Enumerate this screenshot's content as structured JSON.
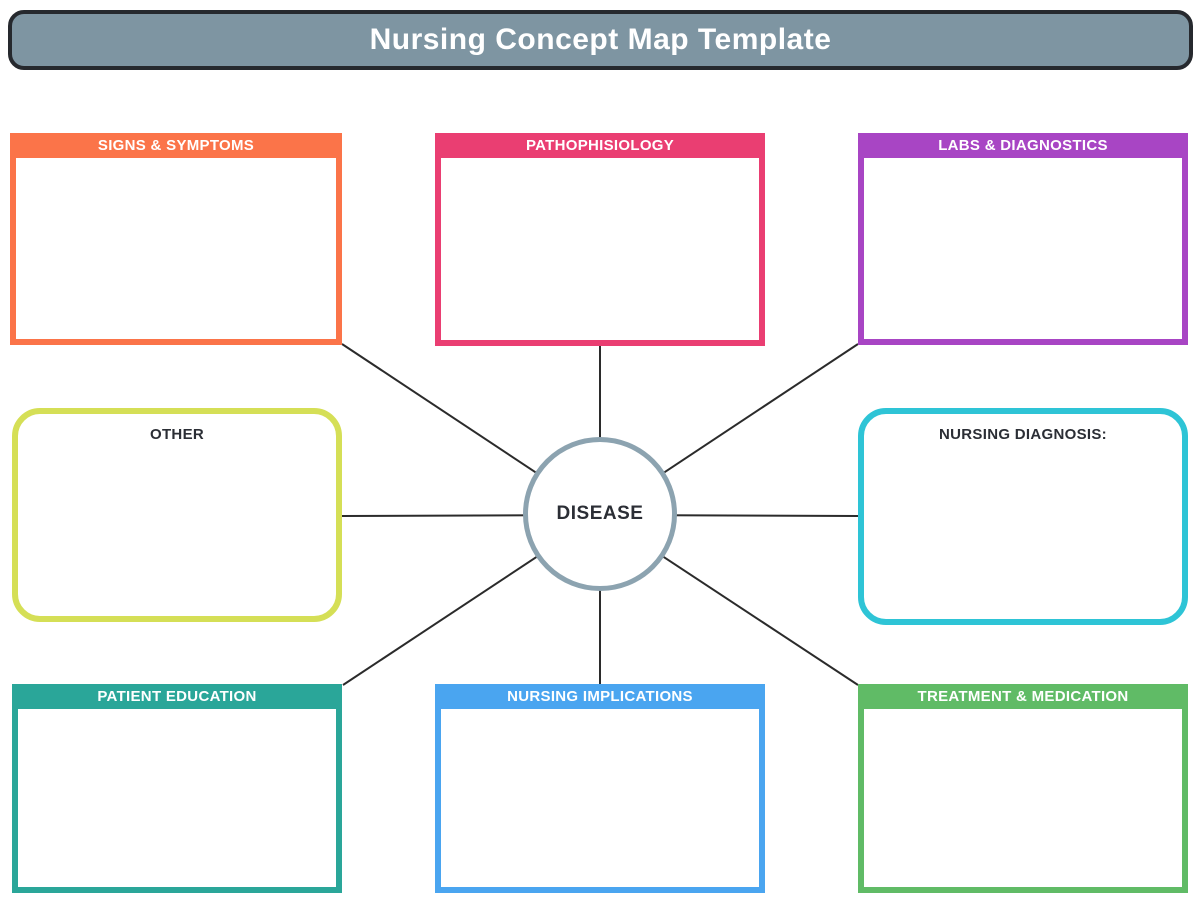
{
  "title": "Nursing Concept Map Template",
  "center": {
    "label": "DISEASE"
  },
  "nodes": [
    {
      "id": "signs-symptoms",
      "label": "SIGNS & SYMPTOMS",
      "color": "#FB7449",
      "style": "header-band"
    },
    {
      "id": "pathophisiology",
      "label": "PATHOPHISIOLOGY",
      "color": "#EA3E72",
      "style": "header-band"
    },
    {
      "id": "labs-diagnostics",
      "label": "LABS & DIAGNOSTICS",
      "color": "#A845C4",
      "style": "header-band"
    },
    {
      "id": "other",
      "label": "OTHER",
      "color": "#D5DF56",
      "style": "rounded-outline"
    },
    {
      "id": "nursing-diagnosis",
      "label": "NURSING DIAGNOSIS:",
      "color": "#2EC4D6",
      "style": "rounded-outline"
    },
    {
      "id": "patient-education",
      "label": "PATIENT EDUCATION",
      "color": "#2AA699",
      "style": "header-band"
    },
    {
      "id": "nursing-implications",
      "label": "NURSING IMPLICATIONS",
      "color": "#4AA5F0",
      "style": "header-band"
    },
    {
      "id": "treatment-medication",
      "label": "TREATMENT & MEDICATION",
      "color": "#60BB66",
      "style": "header-band"
    }
  ],
  "colors": {
    "title_bar_fill": "#7E95A2",
    "title_bar_border": "#26292E",
    "connector_line": "#2B2B2B",
    "center_circle_border": "#8CA3B0",
    "label_dark_text": "#2B2E35"
  }
}
